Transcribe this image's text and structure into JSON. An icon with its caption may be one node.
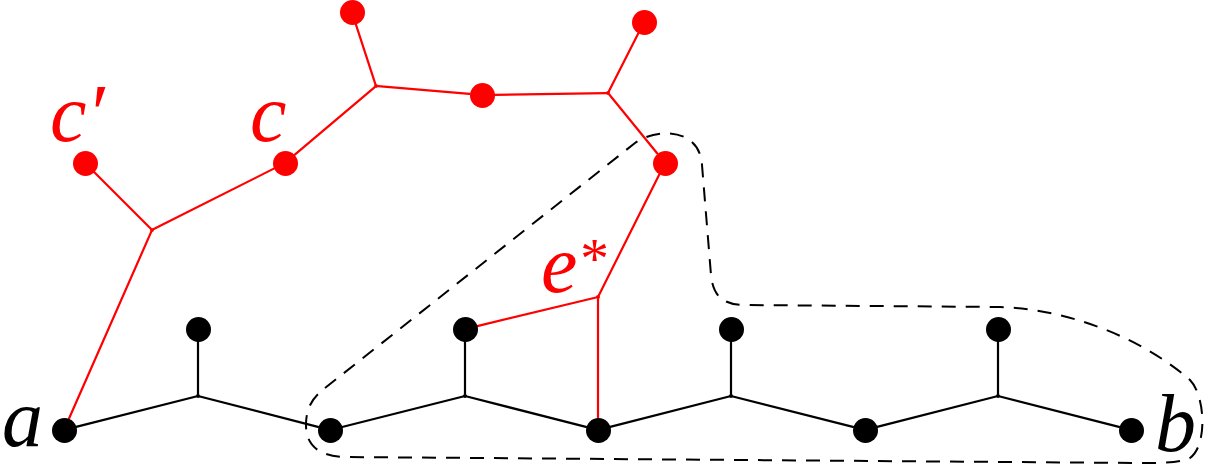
{
  "diagram": {
    "nodes": [
      {
        "text": [],
        "shape": "circle"
      },
      {
        "text": [],
        "shape": "circle"
      },
      {
        "text": [],
        "shape": "point"
      },
      {
        "text": [],
        "shape": "point"
      },
      {
        "text": [],
        "shape": "circle"
      },
      {
        "text": [],
        "shape": "circle",
        "beside": [
          "c′"
        ]
      },
      {
        "text": [],
        "shape": "circle",
        "beside": [
          "c"
        ]
      },
      {
        "text": [],
        "shape": "circle"
      },
      {
        "text": [],
        "shape": "point"
      },
      {
        "text": [],
        "shape": "point"
      },
      {
        "text": [],
        "shape": "circle"
      },
      {
        "text": [],
        "shape": "circle"
      },
      {
        "text": [],
        "shape": "circle"
      },
      {
        "text": [],
        "shape": "circle"
      },
      {
        "text": [],
        "shape": "point"
      },
      {
        "text": [],
        "shape": "point"
      },
      {
        "text": [],
        "shape": "point"
      },
      {
        "text": [],
        "shape": "point"
      },
      {
        "text": [],
        "shape": "circle",
        "beside": [
          "a"
        ]
      },
      {
        "text": [],
        "shape": "circle"
      },
      {
        "text": [],
        "shape": "circle"
      },
      {
        "text": [],
        "shape": "circle"
      },
      {
        "text": [],
        "shape": "circle",
        "beside": [
          "b"
        ]
      }
    ],
    "edges": [
      {
        "from": 18,
        "to": 8,
        "arrow": "none",
        "color": "#ff0000"
      },
      {
        "from": 8,
        "to": 5,
        "arrow": "none",
        "color": "#ff0000"
      },
      {
        "from": 8,
        "to": 6,
        "arrow": "none",
        "color": "#ff0000"
      },
      {
        "from": 6,
        "to": 2,
        "arrow": "none",
        "color": "#ff0000"
      },
      {
        "from": 2,
        "to": 0,
        "arrow": "none",
        "color": "#ff0000"
      },
      {
        "from": 2,
        "to": 4,
        "arrow": "none",
        "color": "#ff0000"
      },
      {
        "from": 4,
        "to": 3,
        "arrow": "none",
        "color": "#ff0000"
      },
      {
        "from": 3,
        "to": 1,
        "arrow": "none",
        "color": "#ff0000"
      },
      {
        "from": 3,
        "to": 7,
        "arrow": "none",
        "color": "#ff0000"
      },
      {
        "from": 7,
        "to": 9,
        "arrow": "none",
        "color": "#ff0000"
      },
      {
        "from": 9,
        "to": 11,
        "arrow": "none",
        "color": "#ff0000",
        "label": "e$^{*}$"
      },
      {
        "from": 9,
        "to": 20,
        "arrow": "none",
        "color": "#ff0000"
      },
      {
        "from": 18,
        "to": 14,
        "arrow": "none",
        "color": "#000000"
      },
      {
        "from": 14,
        "to": 10,
        "arrow": "none",
        "color": "#000000"
      },
      {
        "from": 14,
        "to": 19,
        "arrow": "none",
        "color": "#000000"
      },
      {
        "from": 19,
        "to": 15,
        "arrow": "none",
        "color": "#000000"
      },
      {
        "from": 15,
        "to": 11,
        "arrow": "none",
        "color": "#000000"
      },
      {
        "from": 15,
        "to": 20,
        "arrow": "none",
        "color": "#000000"
      },
      {
        "from": 20,
        "to": 16,
        "arrow": "none",
        "color": "#000000"
      },
      {
        "from": 16,
        "to": 12,
        "arrow": "none",
        "color": "#000000"
      },
      {
        "from": 16,
        "to": 21,
        "arrow": "none",
        "color": "#000000"
      },
      {
        "from": 21,
        "to": 17,
        "arrow": "none",
        "color": "#000000"
      },
      {
        "from": 17,
        "to": 13,
        "arrow": "none",
        "color": "#000000"
      },
      {
        "from": 17,
        "to": 22,
        "arrow": "none",
        "color": "#000000"
      }
    ]
  }
}
